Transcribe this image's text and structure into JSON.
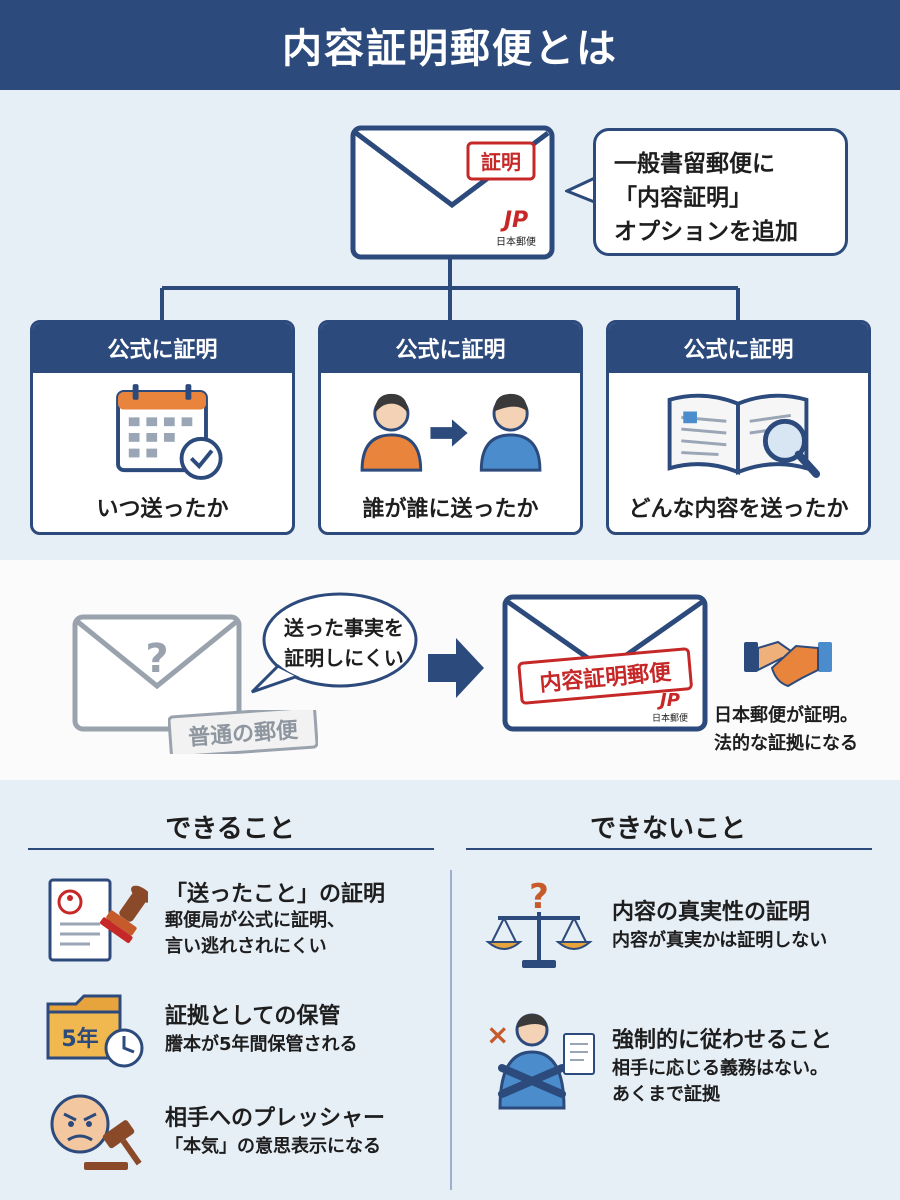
{
  "title": "内容証明郵便とは",
  "stamp_top": "証明",
  "jp_logo": {
    "mark": "JP",
    "caption": "日本郵便"
  },
  "bubble_lines": [
    "一般書留郵便に",
    "「内容証明」",
    "オプションを追加"
  ],
  "cards": [
    {
      "header": "公式に証明",
      "icon": "calendar-check-icon",
      "label": "いつ送ったか"
    },
    {
      "header": "公式に証明",
      "icon": "sender-to-recipient-icon",
      "label": "誰が誰に送ったか"
    },
    {
      "header": "公式に証明",
      "icon": "document-magnifier-icon",
      "label": "どんな内容を送ったか"
    }
  ],
  "comparison": {
    "normal_mail_mark": "?",
    "normal_mail_label": "普通の郵便",
    "speech_lines": [
      "送った事実を",
      "証明しにくい"
    ],
    "certified_stamp": "内容証明郵便",
    "result_lines": [
      "日本郵便が証明。",
      "法的な証拠になる"
    ]
  },
  "can": {
    "heading": "できること",
    "items": [
      {
        "icon": "document-stamp-icon",
        "title": "「送ったこと」の証明",
        "desc": [
          "郵便局が公式に証明、",
          "言い逃れされにくい"
        ]
      },
      {
        "icon": "folder-clock-icon",
        "icon_text": "5年",
        "title": "証拠としての保管",
        "desc": [
          "謄本が5年間保管される"
        ]
      },
      {
        "icon": "angry-face-gavel-icon",
        "title": "相手へのプレッシャー",
        "desc": [
          "「本気」の意思表示になる"
        ]
      }
    ]
  },
  "cannot": {
    "heading": "できないこと",
    "items": [
      {
        "icon": "scale-question-icon",
        "icon_text": "?",
        "title": "内容の真実性の証明",
        "desc": [
          "内容が真実かは証明しない"
        ]
      },
      {
        "icon": "person-crossed-arms-icon",
        "icon_text": "×",
        "title": "強制的に従わせること",
        "desc": [
          "相手に応じる義務はない。",
          "あくまで証拠"
        ]
      }
    ]
  },
  "colors": {
    "navy": "#2c4a7c",
    "light_band": "#e6eef6",
    "stamp_red": "#c62828",
    "orange": "#e8843c",
    "blue_person": "#4a8ccc"
  }
}
